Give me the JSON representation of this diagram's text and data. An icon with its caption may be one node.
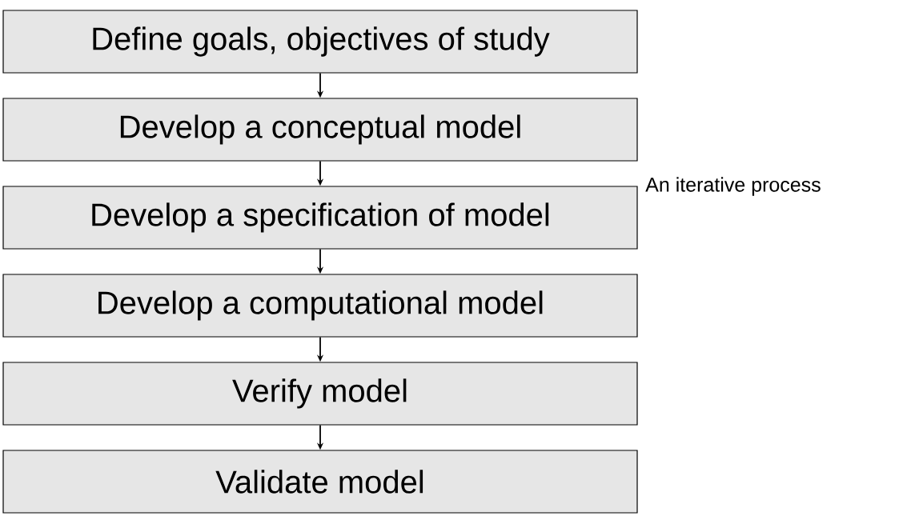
{
  "diagram": {
    "nodes": [
      {
        "text": [
          "Define goals, objectives of study"
        ]
      },
      {
        "text": [
          "Develop a conceptual model"
        ]
      },
      {
        "text": [
          "Develop a specification of model"
        ]
      },
      {
        "text": [
          "Develop a computational model"
        ]
      },
      {
        "text": [
          "Verify model"
        ]
      },
      {
        "text": [
          "Validate model"
        ]
      }
    ],
    "edges": [
      {
        "from": 0,
        "to": 1,
        "arrow": "to"
      },
      {
        "from": 1,
        "to": 2,
        "arrow": "to"
      },
      {
        "from": 2,
        "to": 3,
        "arrow": "to"
      },
      {
        "from": 3,
        "to": 4,
        "arrow": "to"
      },
      {
        "from": 4,
        "to": 5,
        "arrow": "to"
      }
    ],
    "labels": [
      "An iterative process"
    ]
  }
}
